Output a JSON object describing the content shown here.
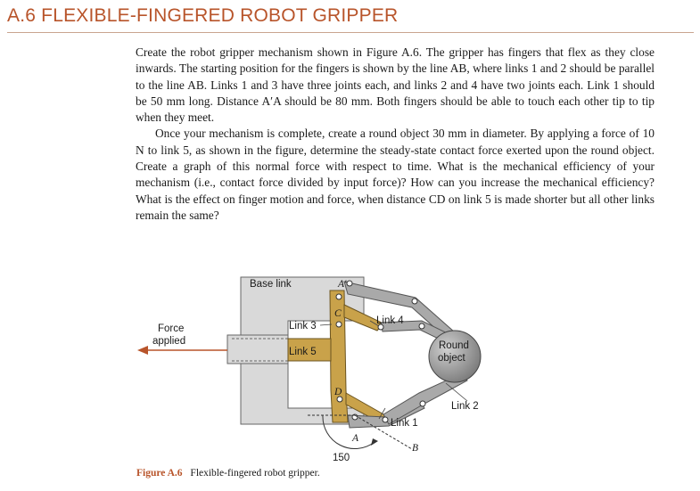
{
  "section": {
    "number": "A.6",
    "title": "FLEXIBLE-FINGERED ROBOT GRIPPER"
  },
  "paragraph1": "Create the robot gripper mechanism shown in Figure A.6. The gripper has fingers that flex as they close inwards. The starting position for the fingers is shown by the line AB, where links 1 and 2 should be parallel to the line AB. Links 1 and 3 have three joints each, and links 2 and 4 have two joints each. Link 1 should be 50 mm long. Distance A′A should be 80 mm. Both fingers should be able to touch each other tip to tip when they meet.",
  "paragraph2": "Once your mechanism is complete, create a round object 30 mm in diameter. By applying a force of 10 N to link 5, as shown in the figure, determine the steady-state contact force exerted upon the round object. Create a graph of this normal force with respect to time. What is the mechanical efficiency of your mechanism (i.e., contact force divided by input force)? How can you increase the mechanical efficiency? What is the effect on finger motion and force, when distance CD on link 5 is made shorter but all other links remain the same?",
  "figure": {
    "labels": {
      "base_link": "Base link",
      "link3": "Link 3",
      "link5": "Link 5",
      "link4": "Link 4",
      "link1": "Link 1",
      "link2": "Link 2",
      "force_line1": "Force",
      "force_line2": "applied",
      "round_line1": "Round",
      "round_line2": "object",
      "a_prime": "A′",
      "a": "A",
      "b": "B",
      "c": "C",
      "d": "D",
      "angle": "150"
    },
    "caption_label": "Figure A.6",
    "caption_text": "Flexible-fingered robot gripper."
  },
  "colors": {
    "accent": "#b8542a",
    "base_link": "#d9d9d9",
    "gold_link": "#c9a24a",
    "grey_link": "#a9a9a9",
    "object": "#8c8c8c"
  }
}
